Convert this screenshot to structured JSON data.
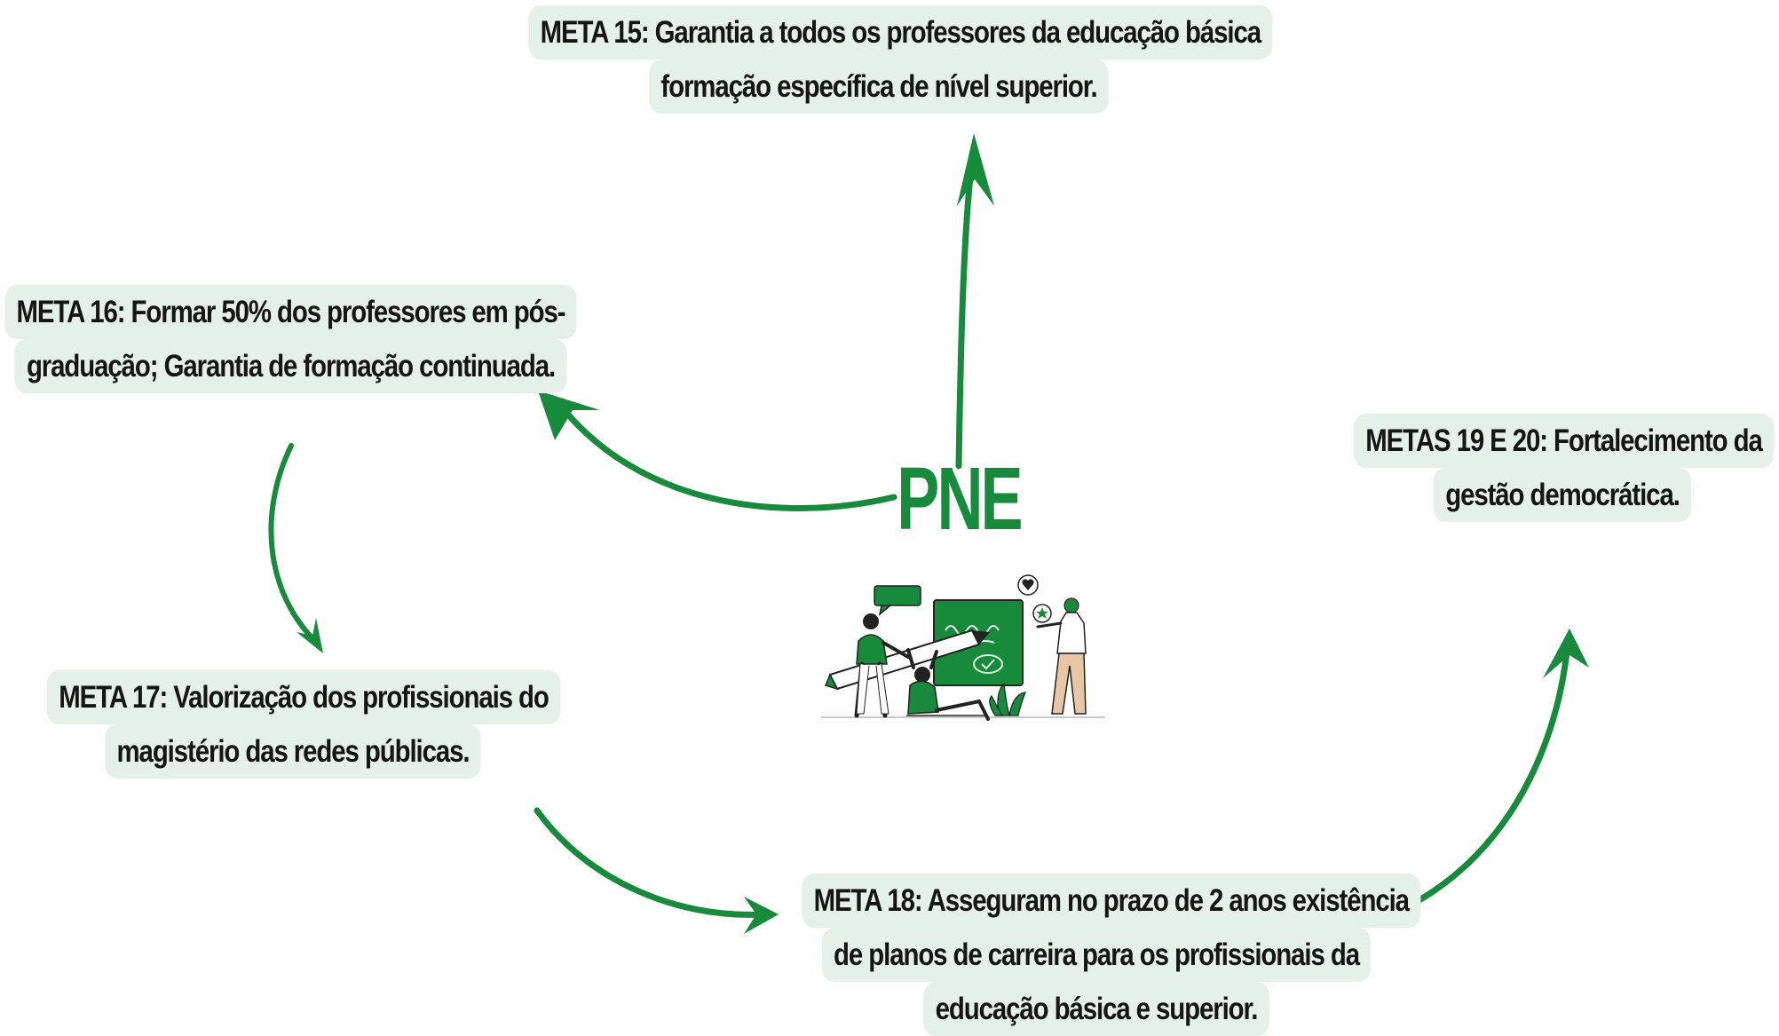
{
  "center": {
    "title": "PNE"
  },
  "nodes": {
    "meta15": {
      "lines": [
        "META 15: Garantia a todos os professores da educação básica",
        "formação específica de nível superior."
      ]
    },
    "meta16": {
      "lines": [
        "META 16: Formar 50% dos professores em pós-",
        "graduação; Garantia de formação continuada."
      ]
    },
    "meta17": {
      "lines": [
        "META 17: Valorização dos profissionais do",
        "magistério das redes públicas."
      ]
    },
    "meta18": {
      "lines": [
        "META 18: Asseguram no prazo de 2 anos existência",
        "de planos de carreira para os profissionais da",
        "educação básica e superior."
      ]
    },
    "metas1920": {
      "lines": [
        "METAS 19 E 20: Fortalecimento da",
        "gestão democrática."
      ]
    }
  },
  "colors": {
    "accent": "#178a3b",
    "box_background": "#e5f1e8",
    "text": "#151515"
  },
  "icons": [
    "arrow-icon",
    "teachers-illustration"
  ]
}
